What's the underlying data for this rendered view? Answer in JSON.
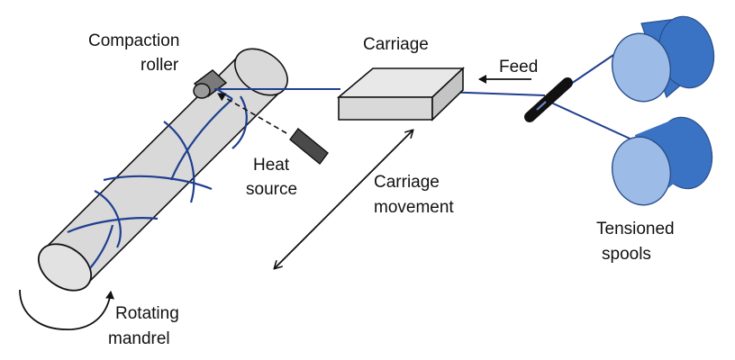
{
  "labels": {
    "compaction_roller_line1": "Compaction",
    "compaction_roller_line2": "roller",
    "carriage": "Carriage",
    "feed": "Feed",
    "heat_source_line1": "Heat",
    "heat_source_line2": "source",
    "carriage_movement_line1": "Carriage",
    "carriage_movement_line2": "movement",
    "tensioned_spools_line1": "Tensioned",
    "tensioned_spools_line2": "spools",
    "rotating_mandrel_line1": "Rotating",
    "rotating_mandrel_line2": "mandrel"
  },
  "colors": {
    "mandrel_fill": "#d9d9d9",
    "outline": "#111111",
    "fiber": "#1f3f8f",
    "spool_dark": "#3a72c4",
    "spool_light": "#9cbbe6",
    "carriage_top": "#e8e8e8",
    "carriage_side": "#cfcfcf",
    "heater_fill": "#4a4a4a",
    "roller_fill": "#7a7a7a"
  }
}
